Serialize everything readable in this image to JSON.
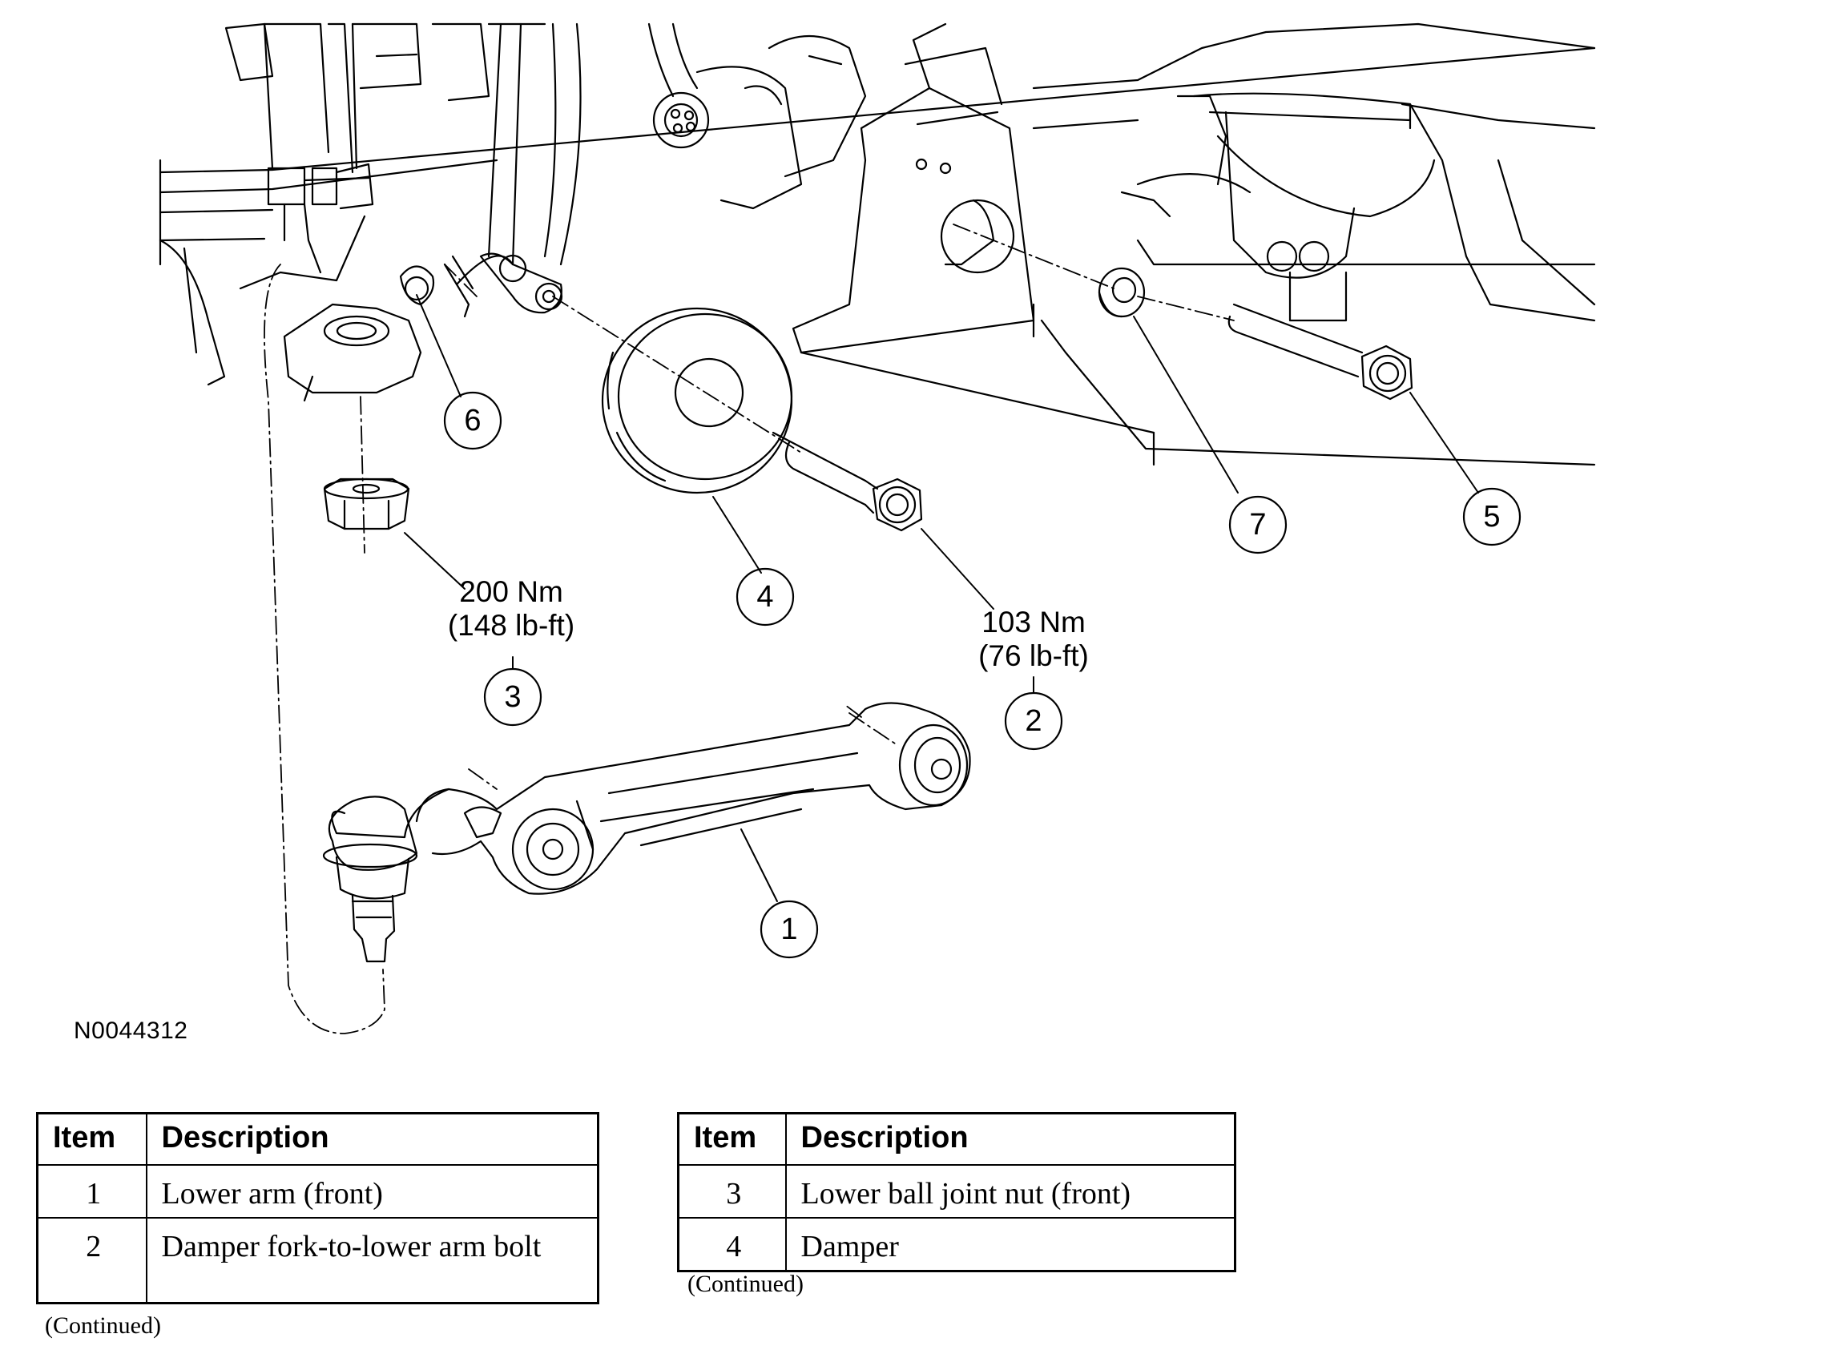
{
  "figure_id": "N0044312",
  "callouts": [
    "1",
    "2",
    "3",
    "4",
    "5",
    "6",
    "7"
  ],
  "torque_specs": {
    "ball_joint_nut": {
      "metric": "200 Nm",
      "imperial": "(148 lb-ft)"
    },
    "damper_bolt": {
      "metric": "103 Nm",
      "imperial": "(76 lb-ft)"
    }
  },
  "legend_left": {
    "headers": [
      "Item",
      "Description"
    ],
    "rows": [
      {
        "item": "1",
        "description": "Lower arm (front)"
      },
      {
        "item": "2",
        "description": "Damper fork-to-lower arm bolt"
      }
    ],
    "continued": "(Continued)"
  },
  "legend_right": {
    "headers": [
      "Item",
      "Description"
    ],
    "rows": [
      {
        "item": "3",
        "description": "Lower ball joint nut (front)"
      },
      {
        "item": "4",
        "description": "Damper"
      }
    ],
    "continued": "(Continued)"
  }
}
